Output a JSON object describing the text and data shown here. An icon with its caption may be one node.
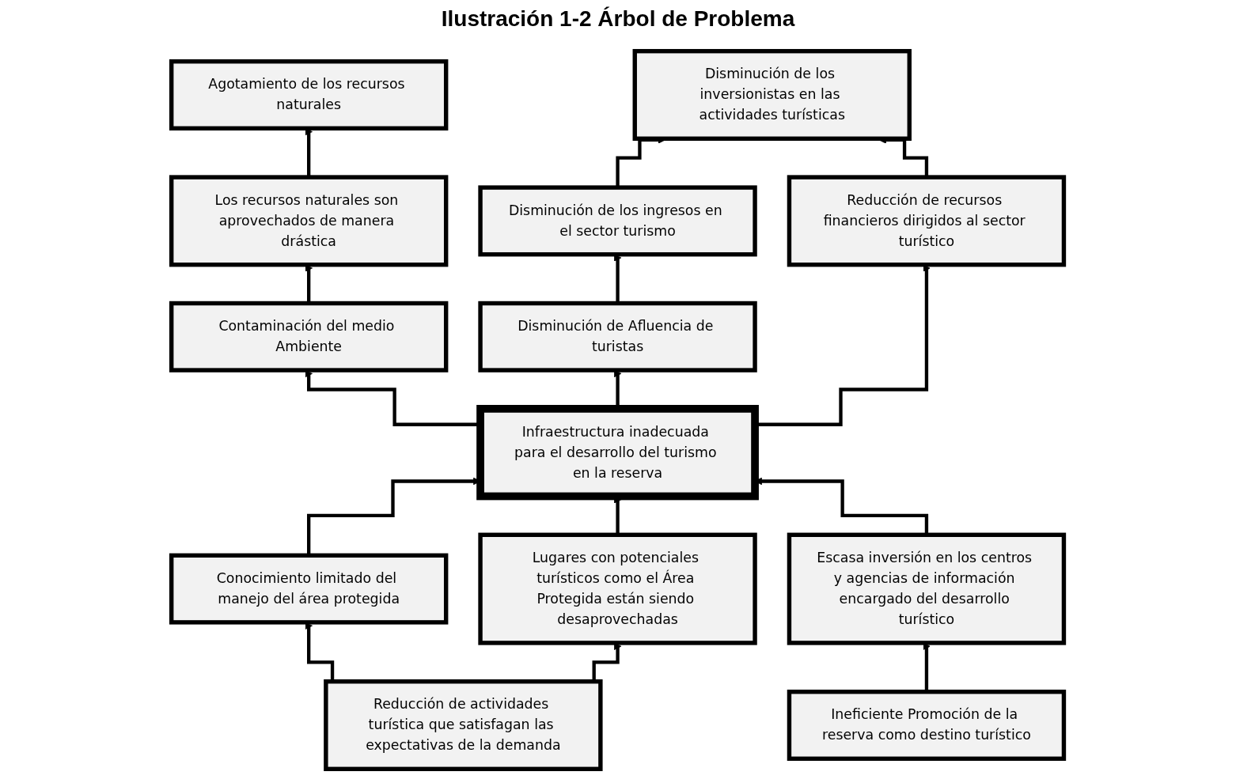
{
  "diagram": {
    "title": "Ilustración 1-2 Árbol de Problema",
    "nodes": [
      {
        "text": [
          "Agotamiento de los recursos naturales"
        ]
      },
      {
        "text": [
          "Los recursos naturales son aprovechados de manera drástica"
        ]
      },
      {
        "text": [
          "Contaminación del medio Ambiente"
        ]
      },
      {
        "text": [
          "Disminución de los inversionistas en las actividades turísticas"
        ]
      },
      {
        "text": [
          "Disminución de los ingresos en el sector turismo"
        ]
      },
      {
        "text": [
          "Disminución de Afluencia de turistas"
        ]
      },
      {
        "text": [
          "Reducción de recursos financieros dirigidos al sector turístico"
        ]
      },
      {
        "text": [
          "Infraestructura inadecuada para el desarrollo del turismo en la reserva"
        ]
      },
      {
        "text": [
          "Conocimiento limitado del manejo del área protegida"
        ]
      },
      {
        "text": [
          "Lugares con potenciales turísticos como el Área Protegida están siendo desaprovechadas"
        ]
      },
      {
        "text": [
          "Escasa inversión en los centros y agencias de información encargado del desarrollo turístico"
        ]
      },
      {
        "text": [
          "Reducción de actividades turística que satisfagan las expectativas de la demanda"
        ]
      },
      {
        "text": [
          "Ineficiente Promoción de la reserva como destino turístico"
        ]
      }
    ],
    "edges": [
      {
        "from": 1,
        "to": 0,
        "arrow": "to"
      },
      {
        "from": 2,
        "to": 1,
        "arrow": "to"
      },
      {
        "from": 7,
        "to": 2,
        "arrow": "to"
      },
      {
        "from": 7,
        "to": 5,
        "arrow": "to"
      },
      {
        "from": 7,
        "to": 6,
        "arrow": "to"
      },
      {
        "from": 5,
        "to": 4,
        "arrow": "to"
      },
      {
        "from": 4,
        "to": 3,
        "arrow": "to"
      },
      {
        "from": 6,
        "to": 3,
        "arrow": "to"
      },
      {
        "from": 8,
        "to": 7,
        "arrow": "to"
      },
      {
        "from": 9,
        "to": 7,
        "arrow": "to"
      },
      {
        "from": 10,
        "to": 7,
        "arrow": "to"
      },
      {
        "from": 11,
        "to": 8,
        "arrow": "to"
      },
      {
        "from": 11,
        "to": 9,
        "arrow": "to"
      },
      {
        "from": 12,
        "to": 10,
        "arrow": "to"
      }
    ]
  }
}
